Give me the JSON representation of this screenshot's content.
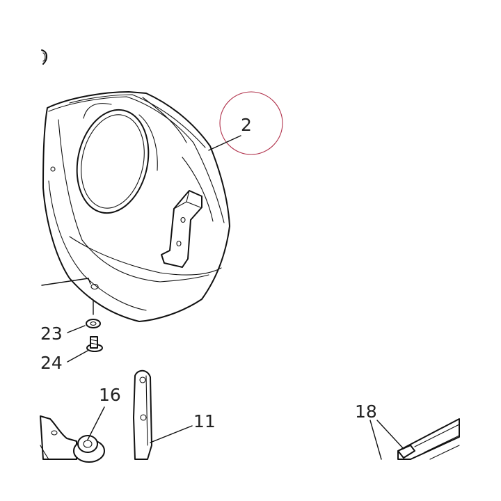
{
  "callouts": {
    "c2": "2",
    "c23": "23",
    "c24": "24",
    "c16": "16",
    "c11": "11",
    "c18": "18"
  },
  "colors": {
    "line": "#111111",
    "highlight_circle": "#b0304a",
    "label": "#222222"
  }
}
